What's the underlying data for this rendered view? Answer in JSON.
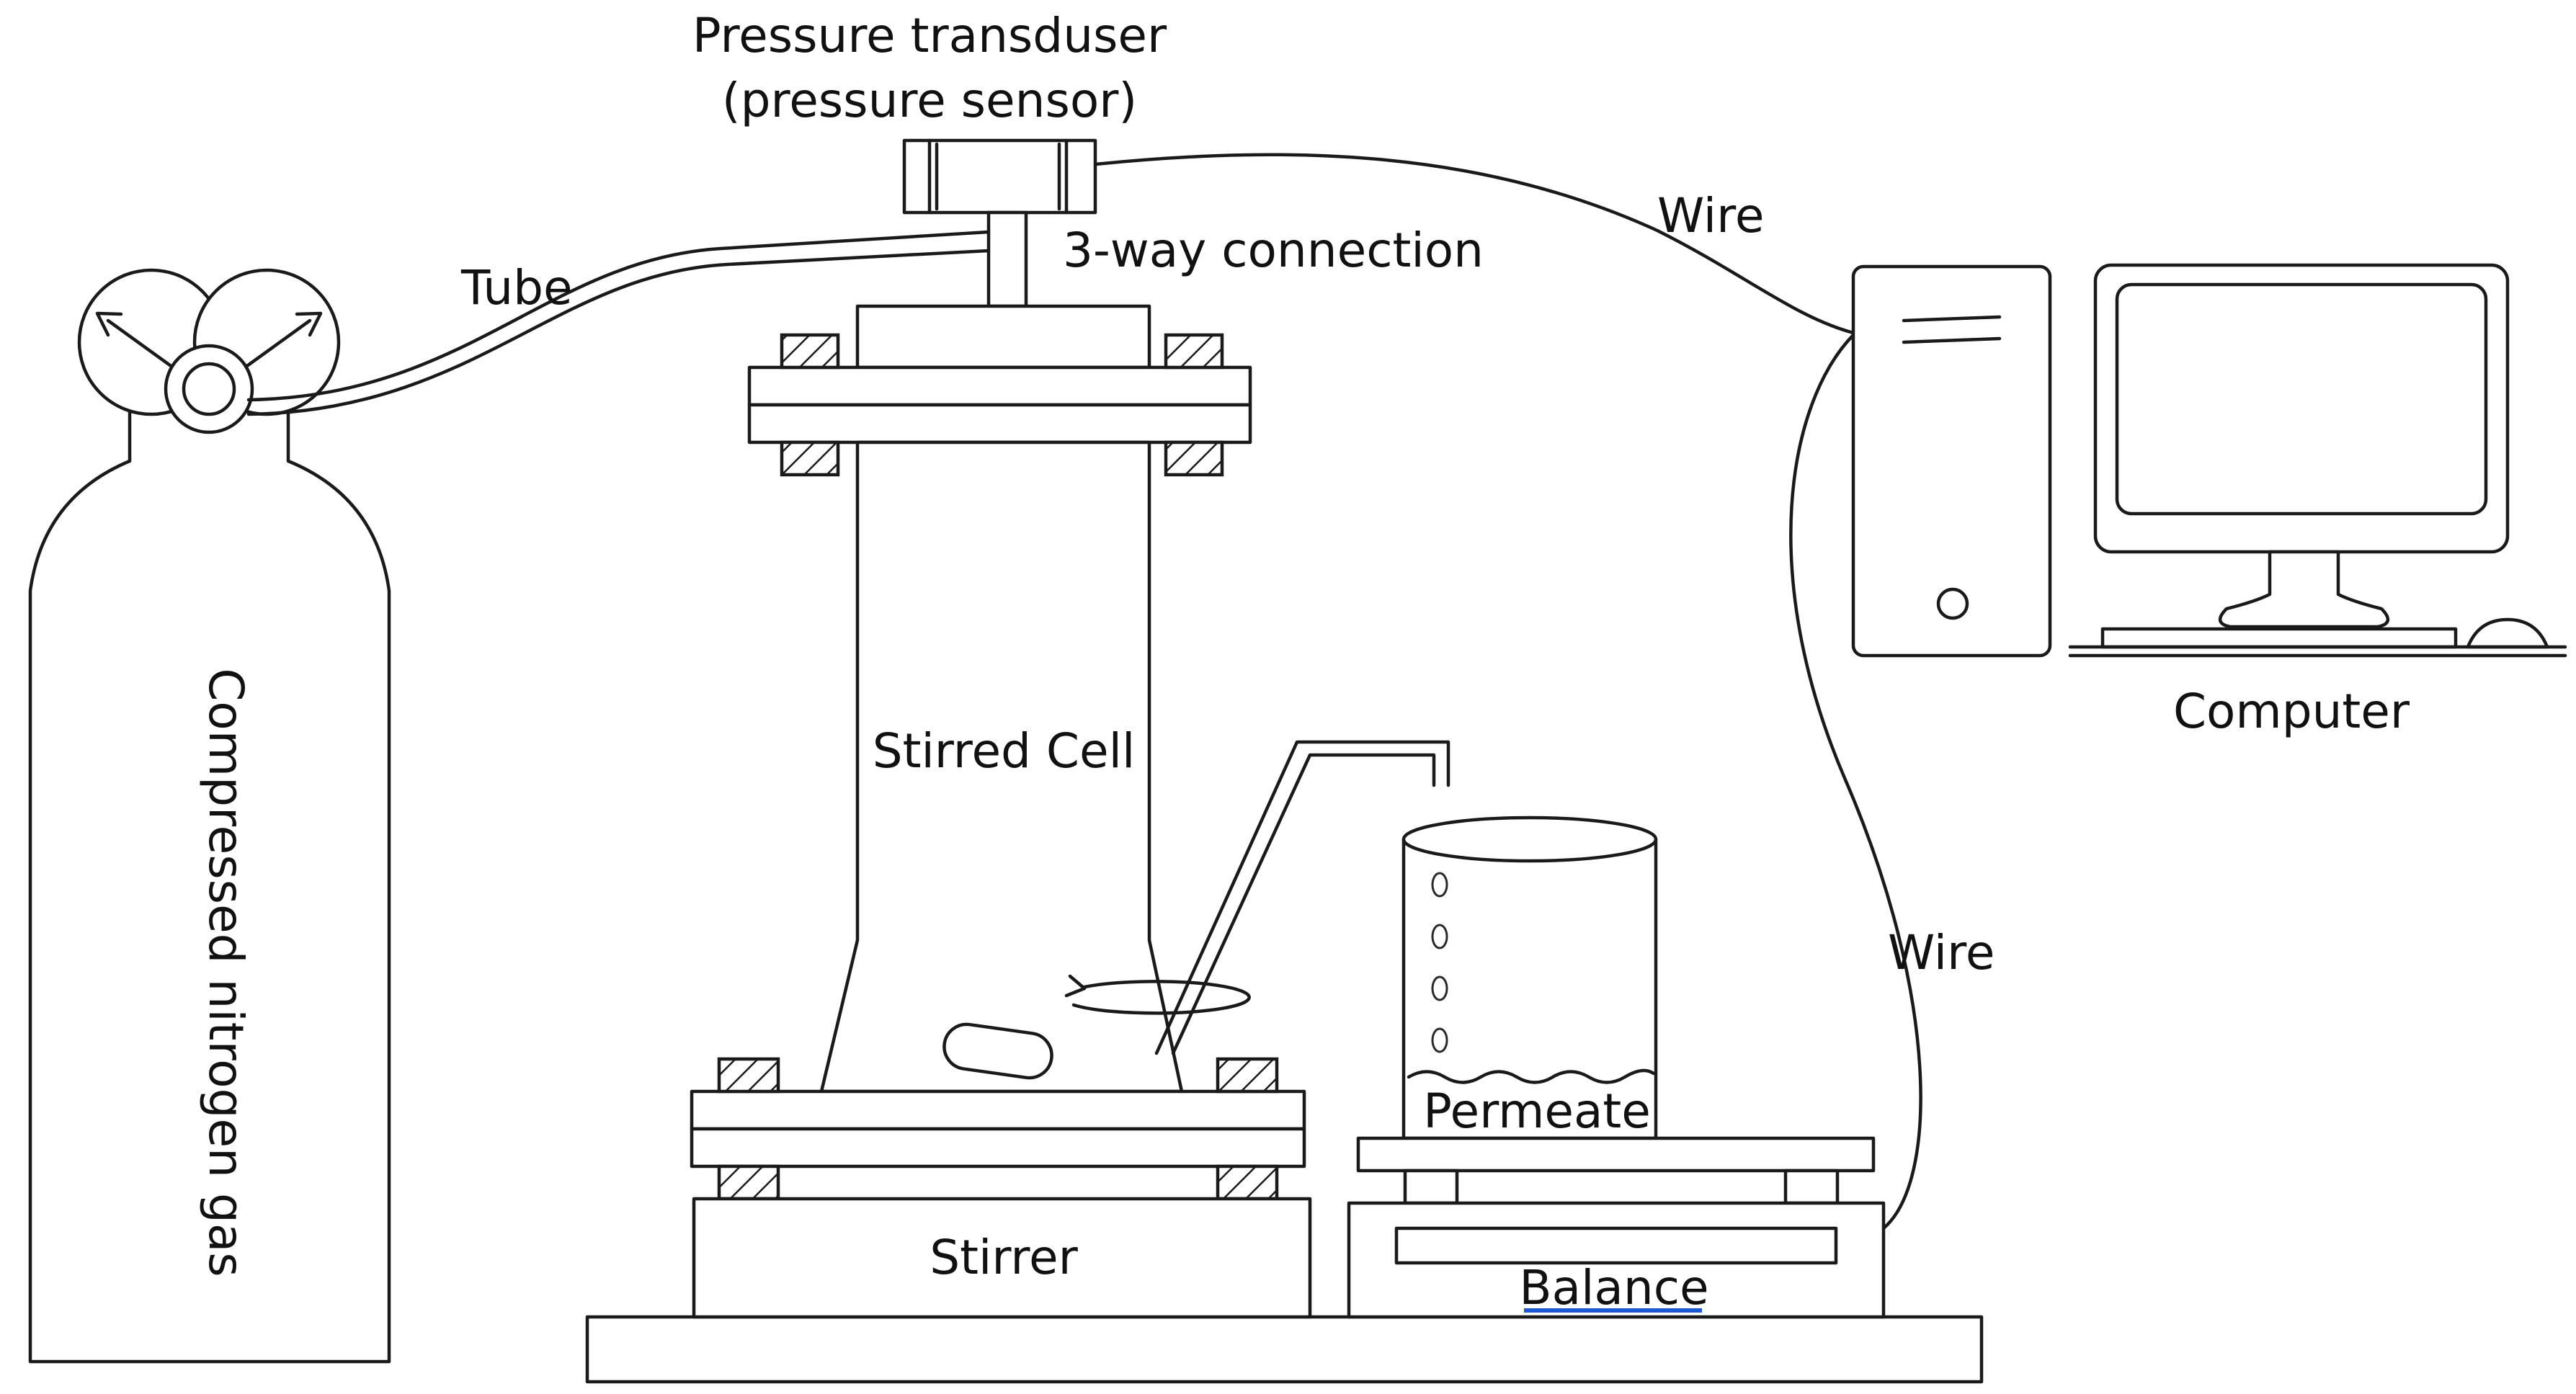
{
  "labels": {
    "pressure_line1": "Pressure transduser",
    "pressure_line2": "(pressure sensor)",
    "three_way": "3-way connection",
    "tube": "Tube",
    "wire_top": "Wire",
    "wire_right": "Wire",
    "computer": "Computer",
    "stirred_cell": "Stirred Cell",
    "permeate": "Permeate",
    "stirrer": "Stirrer",
    "balance": "Balance",
    "cylinder": "Compressed nitrogen gas"
  },
  "colors": {
    "line": "#1a1a1a",
    "balance_underline": "#2255dd"
  }
}
